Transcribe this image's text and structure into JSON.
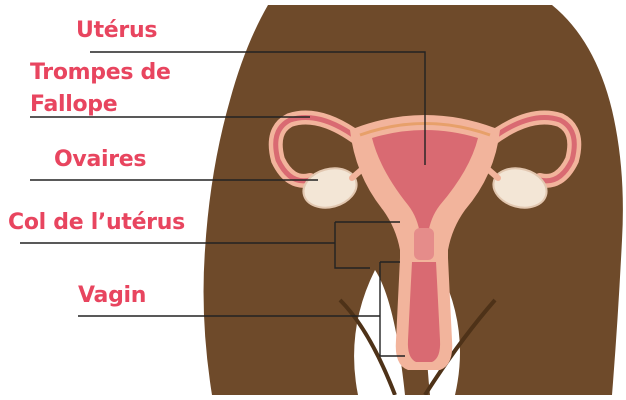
{
  "labels": {
    "uterus": "Utérus",
    "trompes_line1": "Trompes de",
    "trompes_line2": "Fallope",
    "ovaires": "Ovaires",
    "col": "Col de l’utérus",
    "vagin": "Vagin"
  },
  "colors": {
    "label_text": "#e8455f",
    "leader_line": "#222222",
    "skin": "#6e4a2a",
    "organ_outer": "#f2b49c",
    "organ_inner": "#d96a72",
    "ovary": "#f3e6d6"
  }
}
